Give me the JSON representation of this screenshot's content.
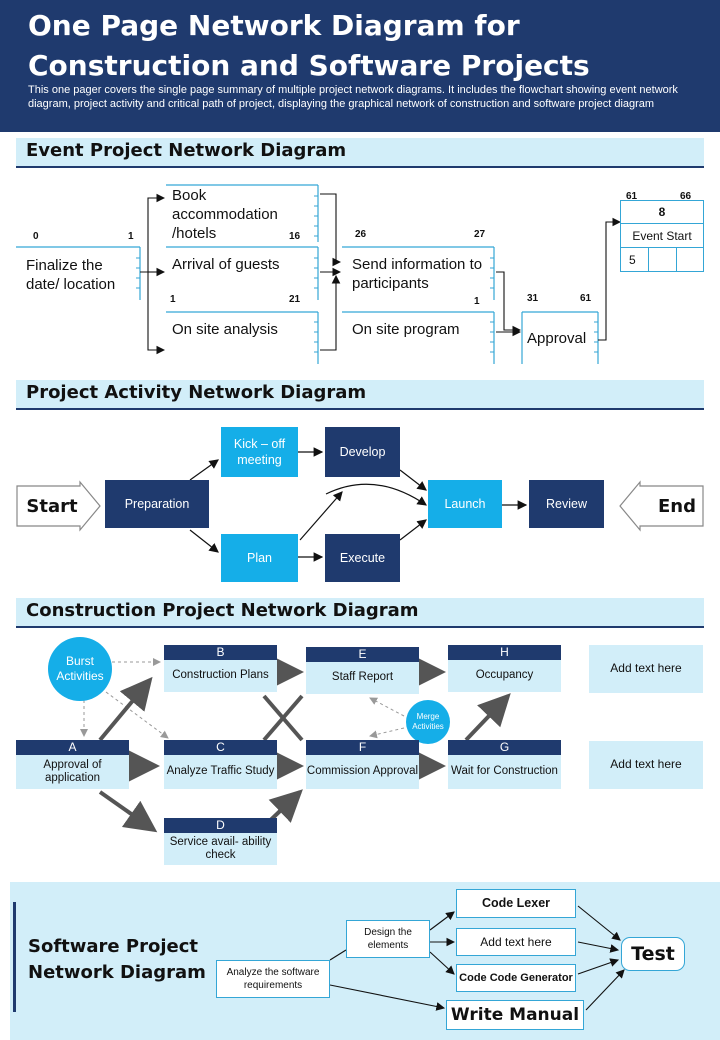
{
  "header": {
    "title": "One Page Network Diagram for Construction and Software Projects",
    "subtitle": "This one pager covers the single page summary of multiple project network diagrams. It includes the flowchart showing event network diagram, project activity and critical path of  project, displaying the graphical network of construction and software project diagram"
  },
  "event": {
    "heading": "Event Project Network Diagram",
    "finalize": {
      "label": "Finalize the date/ location",
      "start": "0",
      "end": "1"
    },
    "book": {
      "label": "Book accommodation /hotels",
      "end": "16"
    },
    "arrival": {
      "label": "Arrival of guests",
      "start": "1",
      "end": "21"
    },
    "onsite_analysis": {
      "label": "On site analysis"
    },
    "send_info": {
      "label": "Send information to participants",
      "start": "26",
      "end": "27"
    },
    "onsite_program": {
      "label": "On site program",
      "start": "1"
    },
    "approval": {
      "label": "Approval",
      "start": "31",
      "end": "61"
    },
    "event_start": {
      "top_left": "61",
      "top_right": "66",
      "id": "8",
      "label": "Event Start",
      "value": "5"
    }
  },
  "activity": {
    "heading": "Project Activity Network Diagram",
    "start": "Start",
    "end": "End",
    "preparation": "Preparation",
    "kickoff": "Kick – off meeting",
    "develop": "Develop",
    "plan": "Plan",
    "execute": "Execute",
    "launch": "Launch",
    "review": "Review"
  },
  "construction": {
    "heading": "Construction Project Network Diagram",
    "burst": "Burst Activities",
    "merge": "Merge Activities",
    "nodes": {
      "A": {
        "letter": "A",
        "label": "Approval of application"
      },
      "B": {
        "letter": "B",
        "label": "Construction Plans"
      },
      "C": {
        "letter": "C",
        "label": "Analyze Traffic Study"
      },
      "D": {
        "letter": "D",
        "label": "Service avail- ability check"
      },
      "E": {
        "letter": "E",
        "label": "Staff Report"
      },
      "F": {
        "letter": "F",
        "label": "Commission Approval"
      },
      "G": {
        "letter": "G",
        "label": "Wait for Construction"
      },
      "H": {
        "letter": "H",
        "label": "Occupancy"
      }
    },
    "add_text_1": "Add text here",
    "add_text_2": "Add text here"
  },
  "software": {
    "heading": "Software Project Network Diagram",
    "analyze": "Analyze the software requirements",
    "design": "Design the elements",
    "lexer": "Code Lexer",
    "add_text": "Add text here",
    "generator": "Code Code Generator",
    "test": "Test",
    "manual": "Write Manual"
  },
  "colors": {
    "navy": "#1f3a6e",
    "sky": "#15aee8",
    "pale": "#d2eef9",
    "line": "#34a6d6"
  }
}
